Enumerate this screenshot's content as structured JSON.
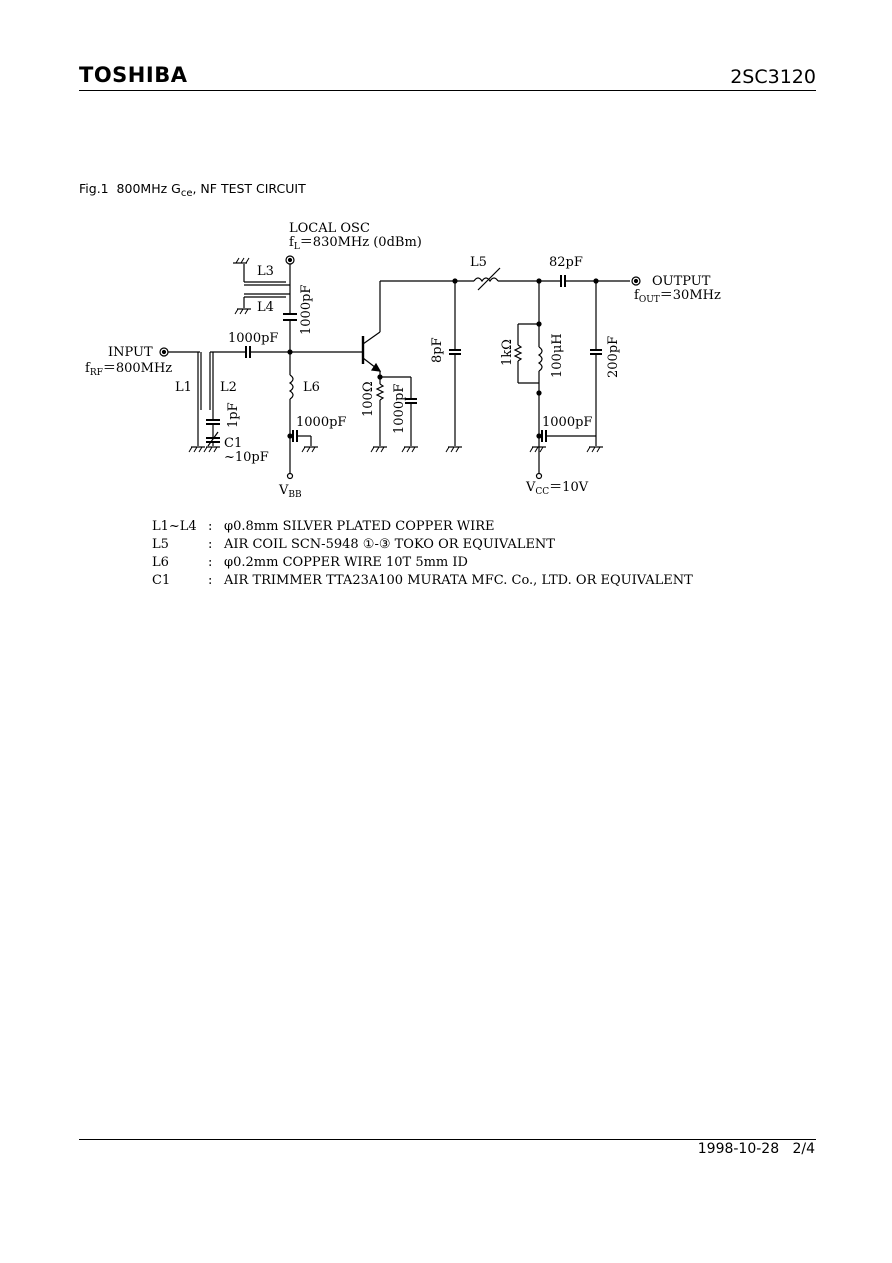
{
  "header": {
    "logo": "TOSHIBA",
    "part_number": "2SC3120"
  },
  "figure": {
    "caption_prefix": "Fig.1  800MHz G",
    "caption_sub": "ce",
    "caption_suffix": ", NF TEST CIRCUIT"
  },
  "circuit": {
    "local_osc": "LOCAL OSC",
    "fl_prefix": "f",
    "fl_sub": "L",
    "fl_suffix": "＝830MHz (0dBm)",
    "input": "INPUT",
    "frf_prefix": "f",
    "frf_sub": "RF",
    "frf_suffix": "＝800MHz",
    "output": "OUTPUT",
    "fout_prefix": "f",
    "fout_sub": "OUT",
    "fout_suffix": "＝30MHz",
    "vbb_prefix": "V",
    "vbb_sub": "BB",
    "vcc_prefix": "V",
    "vcc_sub": "CC",
    "vcc_suffix": "＝10V",
    "l1": "L1",
    "l2": "L2",
    "l3": "L3",
    "l4": "L4",
    "l5": "L5",
    "l6": "L6",
    "c1": "C1",
    "c1_range": "~10pF",
    "cap_1pf": "1pF",
    "cap_in": "1000pF",
    "cap_osc": "1000pF",
    "cap_vbb": "1000pF",
    "cap_emitter": "1000pF",
    "cap_vcc": "1000pF",
    "cap_8pf": "8pF",
    "cap_82pf": "82pF",
    "cap_200pf": "200pF",
    "res_emitter": "100Ω",
    "res_1k": "1kΩ",
    "ind_100uh": "100μH"
  },
  "notes": [
    {
      "key": "L1~L4",
      "sep": ":",
      "text": "φ0.8mm SILVER PLATED COPPER WIRE"
    },
    {
      "key": "L5",
      "sep": ":",
      "text": "AIR COIL SCN-5948 ①-③ TOKO OR EQUIVALENT"
    },
    {
      "key": "L6",
      "sep": ":",
      "text": "φ0.2mm COPPER WIRE 10T 5mm ID"
    },
    {
      "key": "C1",
      "sep": ":",
      "text": "AIR TRIMMER TTA23A100 MURATA MFC. Co., LTD. OR EQUIVALENT"
    }
  ],
  "footer": {
    "date_page": "1998-10-28   2/4"
  }
}
